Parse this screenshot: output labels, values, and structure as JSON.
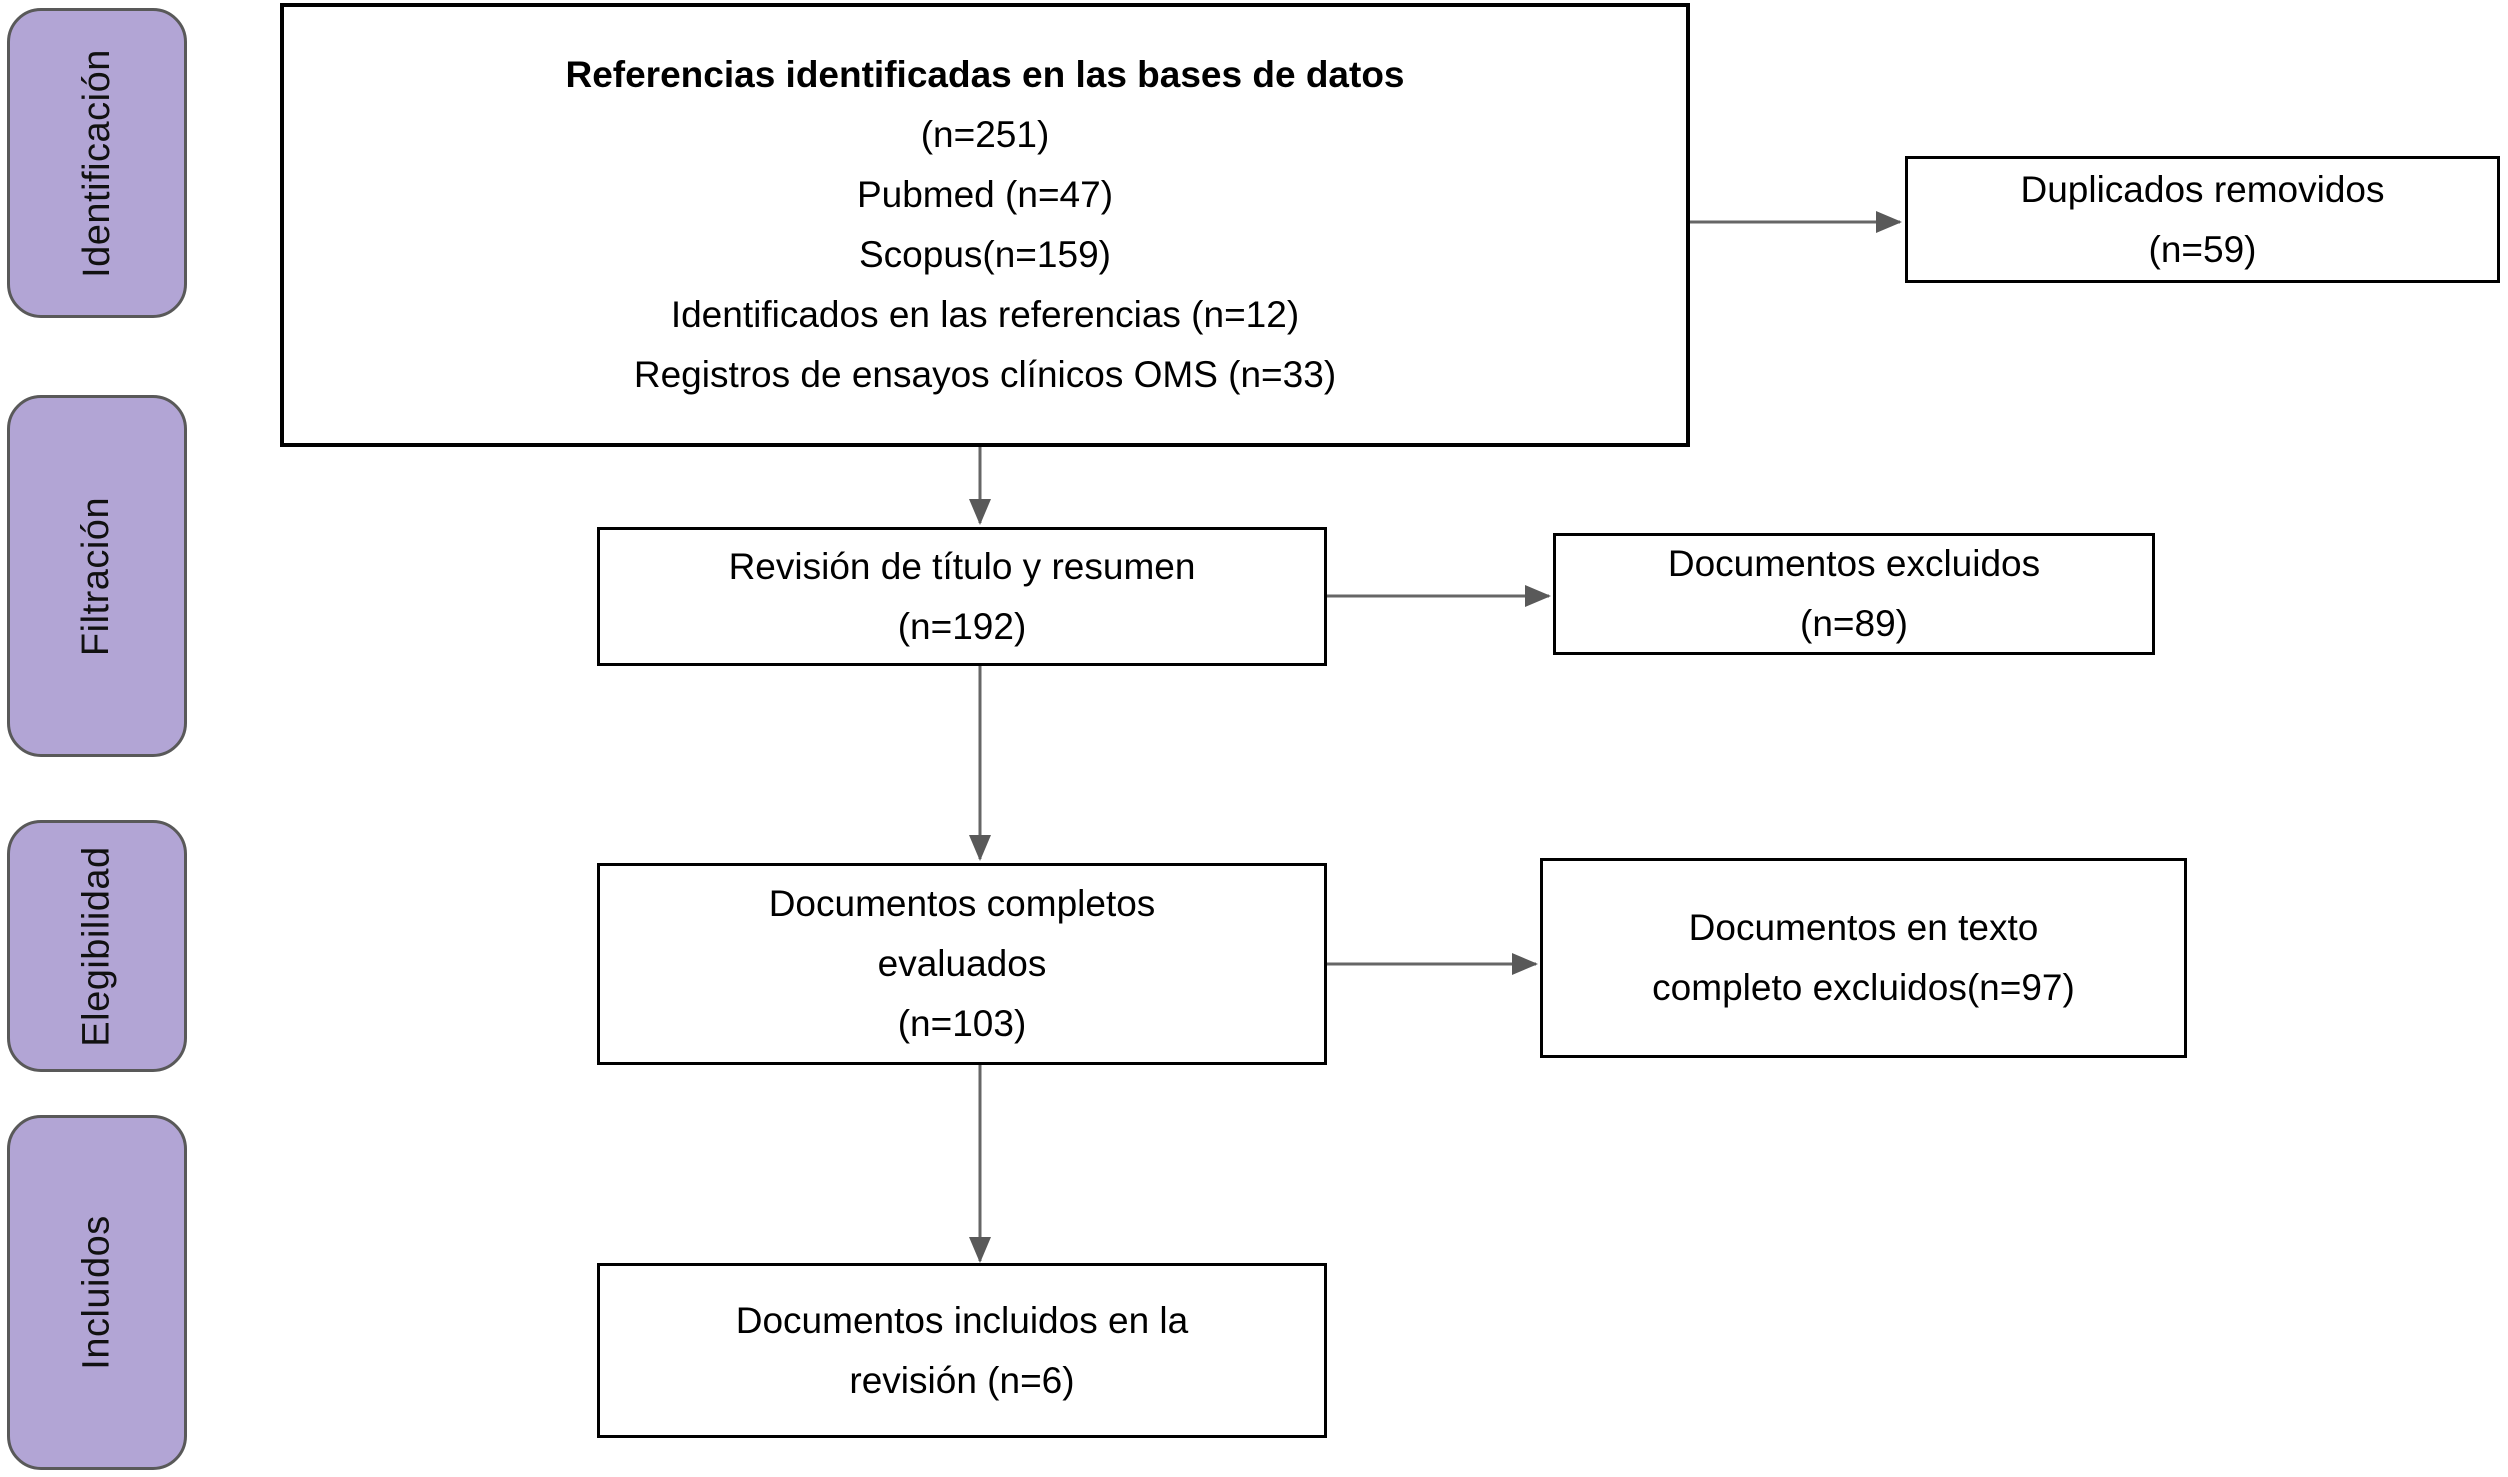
{
  "diagram": {
    "type": "prisma-flow",
    "language": "es"
  },
  "sidebar": {
    "stages": [
      {
        "label": "Identificación"
      },
      {
        "label": "Filtración"
      },
      {
        "label": "Elegibilidad"
      },
      {
        "label": "Incluidos"
      }
    ]
  },
  "flow": {
    "identification_box": {
      "title": "Referencias identificadas en las bases de datos",
      "lines": [
        "(n=251)",
        "Pubmed (n=47)",
        "Scopus(n=159)",
        "Identificados en las referencias (n=12)",
        "Registros de ensayos clínicos OMS (n=33)"
      ]
    },
    "duplicates_box": {
      "lines": [
        "Duplicados removidos",
        "(n=59)"
      ]
    },
    "screening_box": {
      "lines": [
        "Revisión de título y resumen",
        "(n=192)"
      ]
    },
    "excluded_box": {
      "lines": [
        "Documentos excluidos",
        "(n=89)"
      ]
    },
    "fulltext_box": {
      "lines": [
        "Documentos completos",
        "evaluados",
        "(n=103)"
      ]
    },
    "fulltext_excluded_box": {
      "lines": [
        "Documentos en texto",
        "completo excluidos(n=97)"
      ]
    },
    "included_box": {
      "lines": [
        "Documentos incluidos en la",
        "revisión (n=6)"
      ]
    }
  },
  "colors": {
    "stage_fill": "#b2a5d5",
    "stage_border": "#595959",
    "box_border": "#000000",
    "arrow": "#666666",
    "background": "#ffffff"
  }
}
